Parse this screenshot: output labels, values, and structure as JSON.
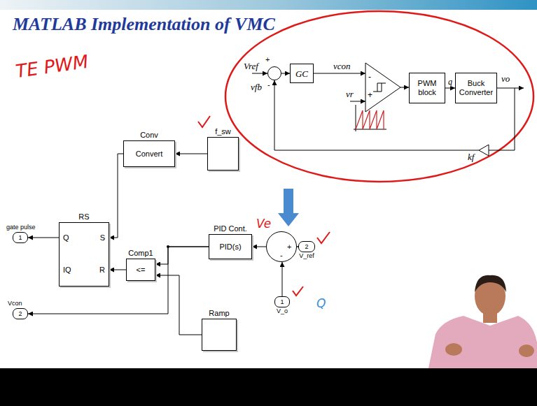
{
  "diagram": {
    "title": "MATLAB Implementation of VMC",
    "nodes": [
      {
        "text": [
          "+",
          "-"
        ]
      },
      {
        "text": [
          "GC"
        ]
      },
      {
        "text": [
          "PWM block"
        ]
      },
      {
        "text": [
          "Buck Converter"
        ]
      },
      {
        "text": [
          "f_sw"
        ]
      },
      {
        "text": [
          "Conv",
          "Convert"
        ]
      },
      {
        "text": [
          "RS",
          "Q",
          "S",
          "IQ",
          "R"
        ]
      },
      {
        "text": [
          "gate pulse",
          "1"
        ]
      },
      {
        "text": [
          "Comp1",
          "<="
        ]
      },
      {
        "text": [
          "PID Cont.",
          "PID(s)"
        ]
      },
      {
        "text": [
          "+",
          "-"
        ]
      },
      {
        "text": [
          "2",
          "V_ref"
        ]
      },
      {
        "text": [
          "1",
          "V_o"
        ]
      },
      {
        "text": [
          "Vcon",
          "2"
        ]
      },
      {
        "text": [
          "Ramp"
        ]
      }
    ],
    "edges": [
      {
        "from": 0,
        "to": 1,
        "arrow": "to"
      },
      {
        "from": 2,
        "to": 3,
        "label": "q",
        "arrow": "to"
      },
      {
        "from": 4,
        "to": 5,
        "arrow": "to"
      },
      {
        "from": 5,
        "to": 6,
        "arrow": "to"
      },
      {
        "from": 6,
        "to": 7,
        "arrow": "to"
      },
      {
        "from": 8,
        "to": 6,
        "arrow": "to"
      },
      {
        "from": 9,
        "to": 8,
        "arrow": "to"
      },
      {
        "from": 9,
        "to": 13,
        "arrow": "to"
      },
      {
        "from": 14,
        "to": 8,
        "arrow": "to"
      },
      {
        "from": 10,
        "to": 9,
        "arrow": "to"
      },
      {
        "from": 11,
        "to": 10,
        "arrow": "to"
      },
      {
        "from": 12,
        "to": 10,
        "arrow": "to"
      }
    ],
    "labels": [
      "Vref",
      "vfb",
      "vcon",
      "vr",
      "vo",
      "kf",
      "-",
      "+",
      "TE PWM",
      "Ve",
      "Q"
    ]
  }
}
